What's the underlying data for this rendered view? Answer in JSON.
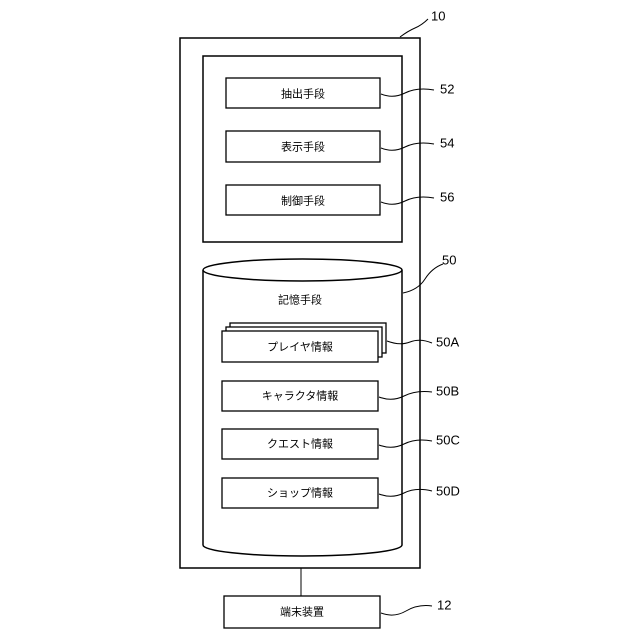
{
  "server": {
    "ref": "10",
    "modules": [
      {
        "label": "抽出手段",
        "ref": "52"
      },
      {
        "label": "表示手段",
        "ref": "54"
      },
      {
        "label": "制御手段",
        "ref": "56"
      }
    ],
    "storage": {
      "label": "記憶手段",
      "ref": "50",
      "items": [
        {
          "label": "プレイヤ情報",
          "ref": "50A"
        },
        {
          "label": "キャラクタ情報",
          "ref": "50B"
        },
        {
          "label": "クエスト情報",
          "ref": "50C"
        },
        {
          "label": "ショップ情報",
          "ref": "50D"
        }
      ]
    }
  },
  "terminal": {
    "label": "端末装置",
    "ref": "12"
  }
}
